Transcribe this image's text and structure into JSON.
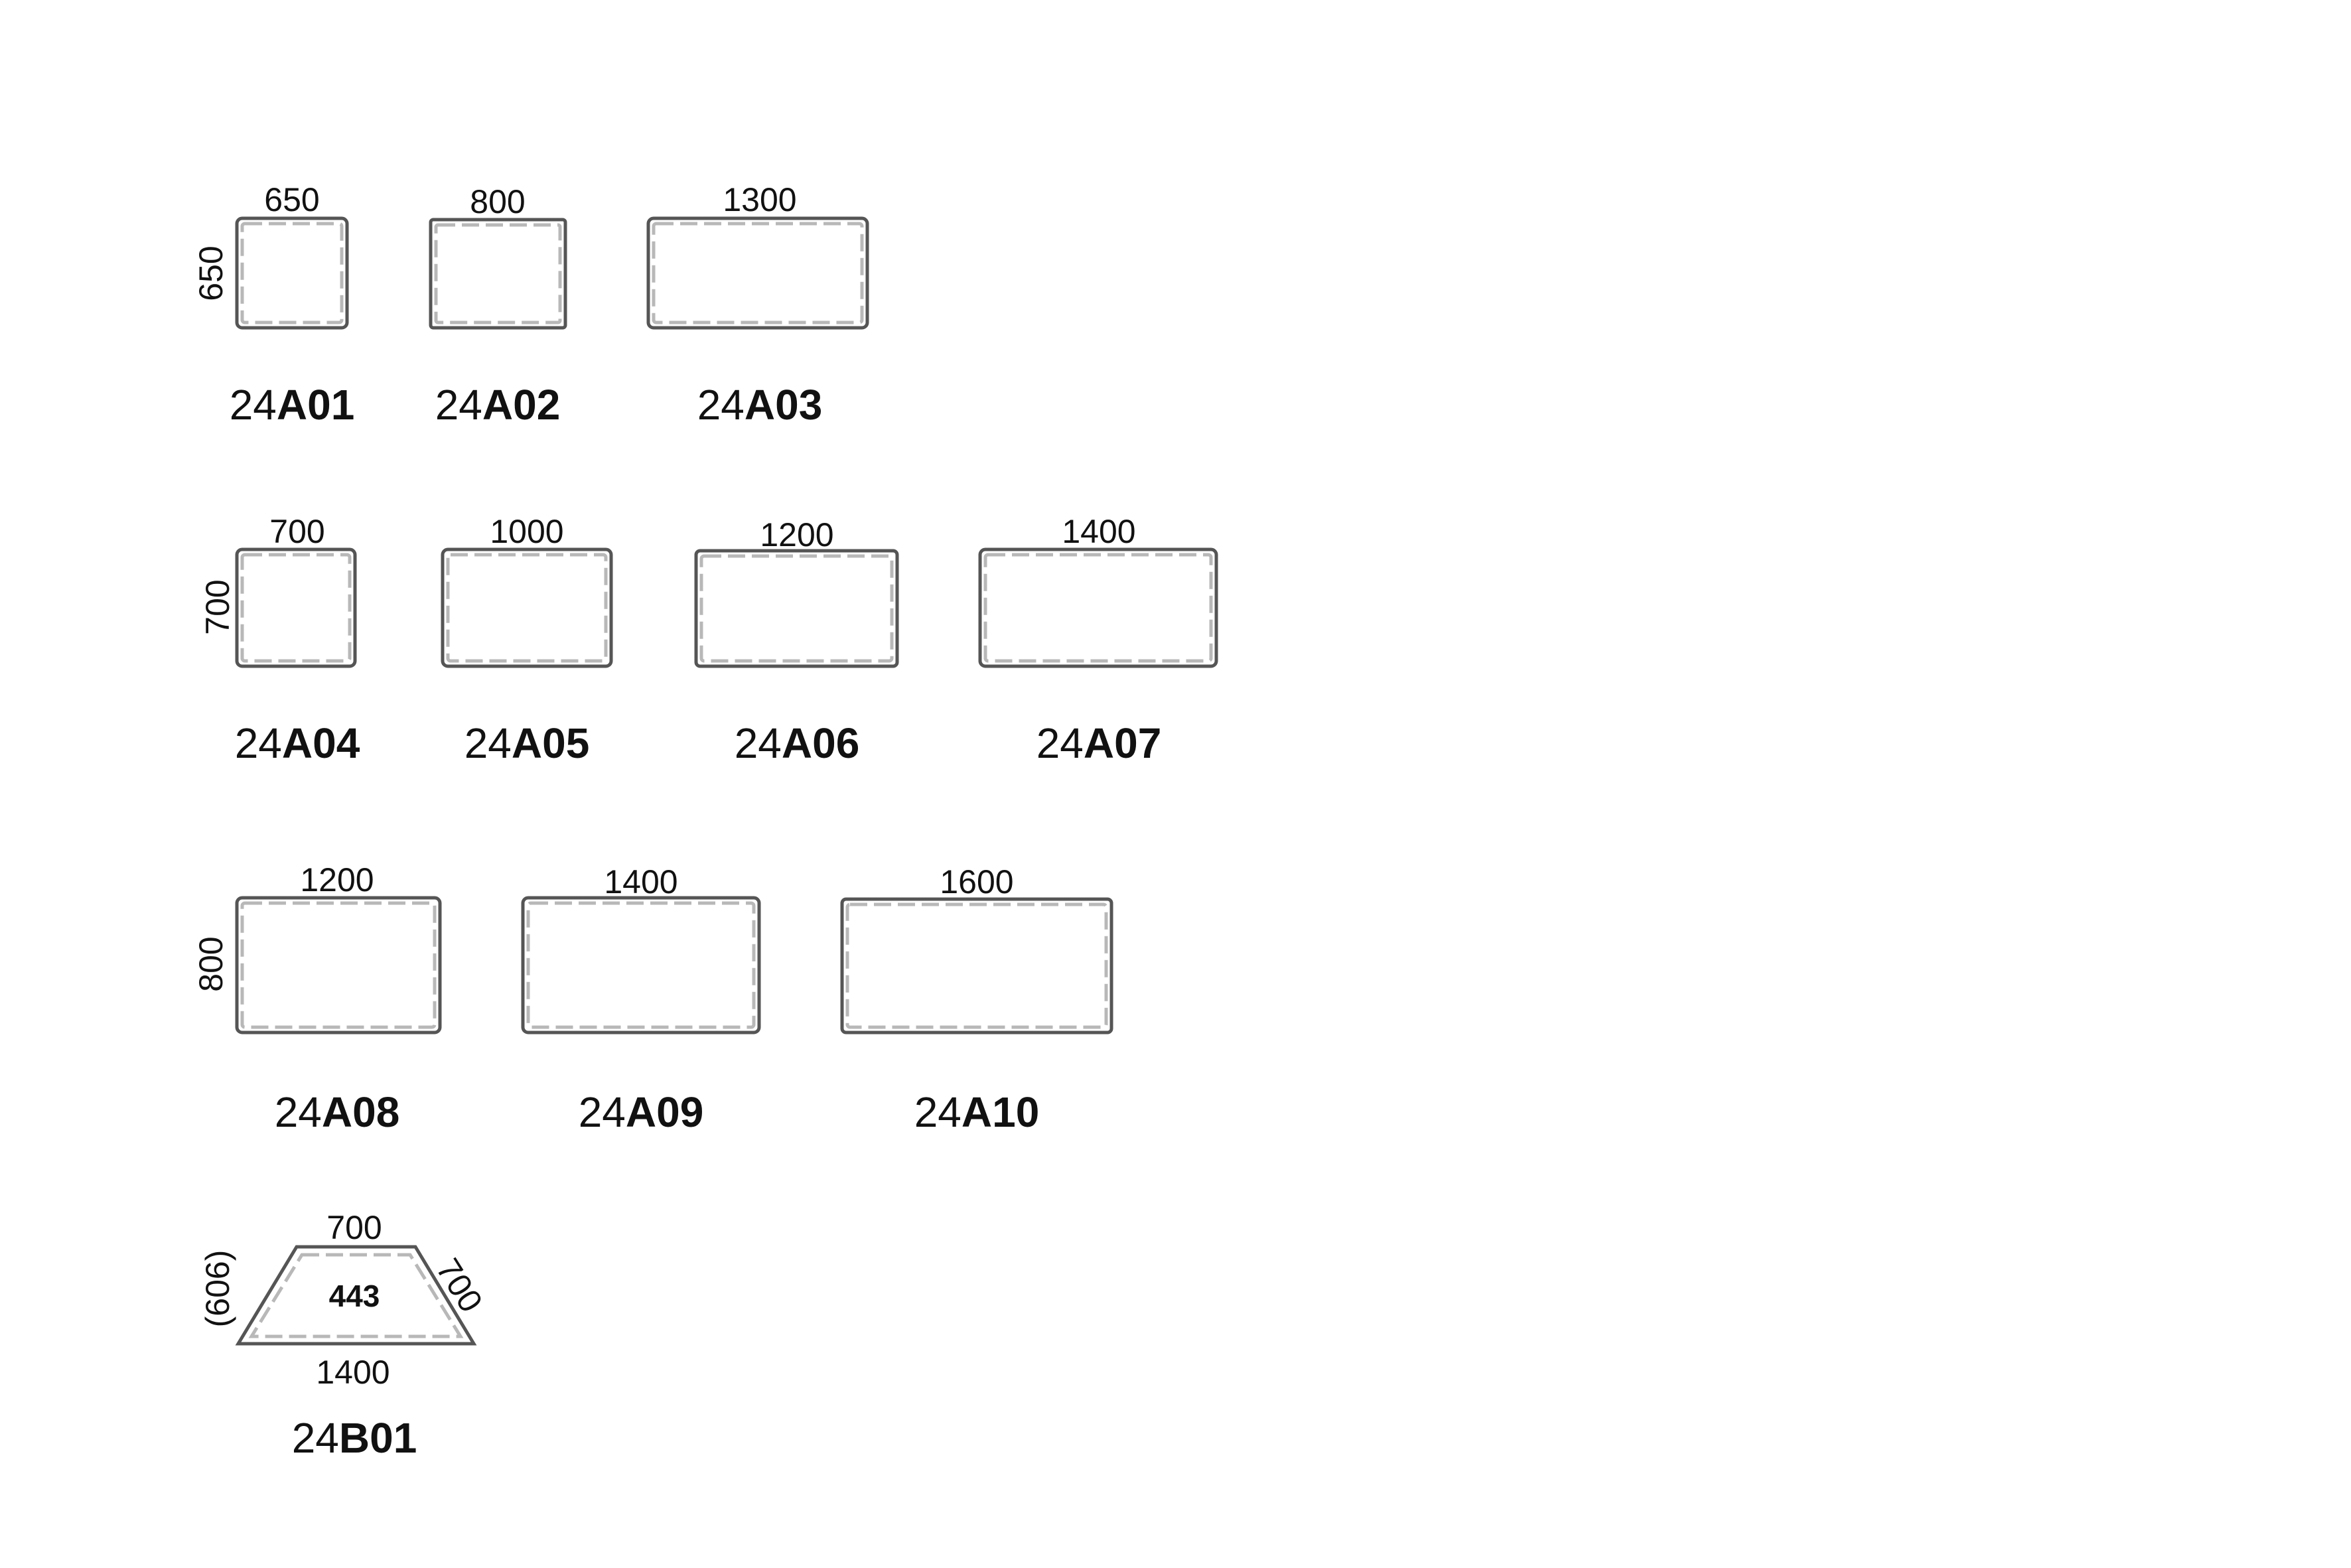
{
  "colors": {
    "outline": "#555555",
    "inner_dash": "#b8b8b8",
    "text": "#111111",
    "background": "#ffffff"
  },
  "tables": [
    {
      "id": "24A01",
      "prefix": "24",
      "suffix": "A01",
      "width_label": "650",
      "depth_label": "650"
    },
    {
      "id": "24A02",
      "prefix": "24",
      "suffix": "A02",
      "width_label": "800",
      "depth_label": ""
    },
    {
      "id": "24A03",
      "prefix": "24",
      "suffix": "A03",
      "width_label": "1300",
      "depth_label": ""
    },
    {
      "id": "24A04",
      "prefix": "24",
      "suffix": "A04",
      "width_label": "700",
      "depth_label": "700"
    },
    {
      "id": "24A05",
      "prefix": "24",
      "suffix": "A05",
      "width_label": "1000",
      "depth_label": ""
    },
    {
      "id": "24A06",
      "prefix": "24",
      "suffix": "A06",
      "width_label": "1200",
      "depth_label": ""
    },
    {
      "id": "24A07",
      "prefix": "24",
      "suffix": "A07",
      "width_label": "1400",
      "depth_label": ""
    },
    {
      "id": "24A08",
      "prefix": "24",
      "suffix": "A08",
      "width_label": "1200",
      "depth_label": "800"
    },
    {
      "id": "24A09",
      "prefix": "24",
      "suffix": "A09",
      "width_label": "1400",
      "depth_label": ""
    },
    {
      "id": "24A10",
      "prefix": "24",
      "suffix": "A10",
      "width_label": "1600",
      "depth_label": ""
    }
  ],
  "trapezoid": {
    "id": "24B01",
    "prefix": "24",
    "suffix": "B01",
    "top_label": "700",
    "side_label": "700",
    "bottom_label": "1400",
    "height_label": "(606)",
    "inner_label": "443"
  }
}
